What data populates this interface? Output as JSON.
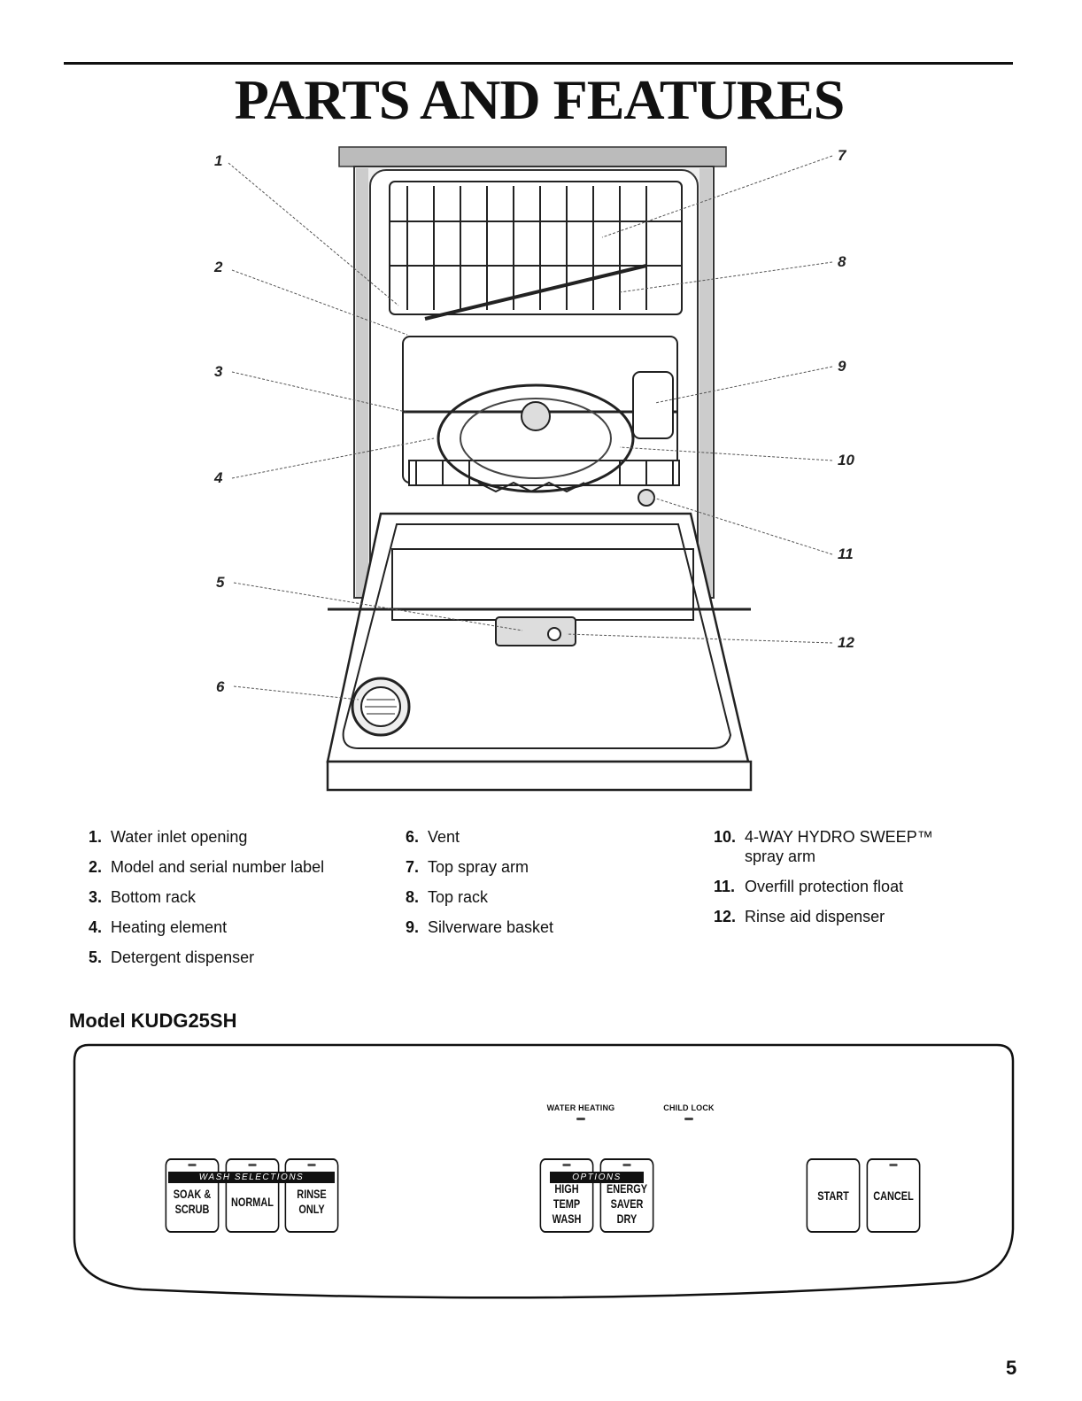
{
  "page_title": "PARTS AND FEATURES",
  "callouts": [
    "1",
    "2",
    "3",
    "4",
    "5",
    "6",
    "7",
    "8",
    "9",
    "10",
    "11",
    "12"
  ],
  "legend": [
    {
      "num": "1.",
      "text": "Water inlet opening"
    },
    {
      "num": "2.",
      "text": "Model and serial number label"
    },
    {
      "num": "3.",
      "text": "Bottom rack"
    },
    {
      "num": "4.",
      "text": "Heating element"
    },
    {
      "num": "5.",
      "text": "Detergent dispenser"
    },
    {
      "num": "6.",
      "text": "Vent"
    },
    {
      "num": "7.",
      "text": "Top spray arm"
    },
    {
      "num": "8.",
      "text": "Top rack"
    },
    {
      "num": "9.",
      "text": "Silverware basket"
    },
    {
      "num": "10.",
      "text": "4-WAY HYDRO SWEEP™ spray arm"
    },
    {
      "num": "11.",
      "text": "Overfill protection float"
    },
    {
      "num": "12.",
      "text": "Rinse aid dispenser"
    }
  ],
  "model_heading": "Model KUDG25SH",
  "panel": {
    "indicators": {
      "water_heating": "WATER HEATING",
      "child_lock": "CHILD LOCK"
    },
    "wash_selections_label": "WASH SELECTIONS",
    "options_label": "OPTIONS",
    "buttons": {
      "soak_scrub": "SOAK &\nSCRUB",
      "normal": "NORMAL",
      "rinse_only": "RINSE\nONLY",
      "high_temp_wash": "HIGH\nTEMP\nWASH",
      "energy_saver_dry": "ENERGY\nSAVER\nDRY",
      "start": "START",
      "cancel": "CANCEL"
    }
  },
  "page_number": "5"
}
